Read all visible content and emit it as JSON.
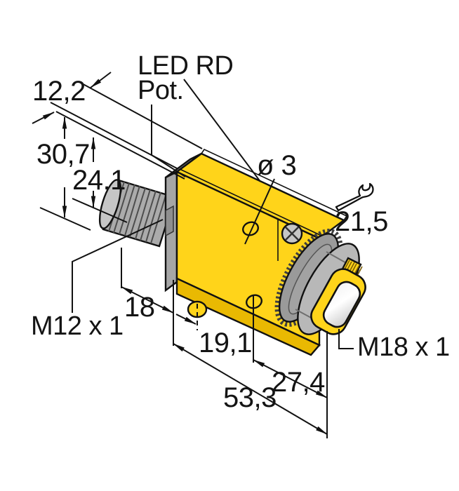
{
  "drawing": {
    "title": "Photoelectric sensor dimensional drawing",
    "dimensions": {
      "top_width": "12,2",
      "overall_height": "30,7",
      "body_height": "24,1",
      "mounting_hole_diameter": "ø 3",
      "wrench_size": "21,5",
      "connector_offset": "18",
      "hole_offset": "19,1",
      "lens_offset": "27,4",
      "overall_length": "53,3"
    },
    "labels": {
      "led": "LED RD",
      "pot": "Pot.",
      "connector_thread": "M12 x 1",
      "lens_thread": "M18 x 1"
    },
    "colors": {
      "body_yellow": "#FFD41A",
      "body_yellow_dark": "#E9B902",
      "metal_gray": "#ABABAB",
      "metal_gray_light": "#C6C6C6",
      "metal_gray_dark": "#8F8F8F",
      "cap_gray": "#A6A6A6",
      "knurl_gray": "#9A9A9A",
      "nut_gray": "#B8B8B8",
      "line_black": "#111111"
    }
  }
}
